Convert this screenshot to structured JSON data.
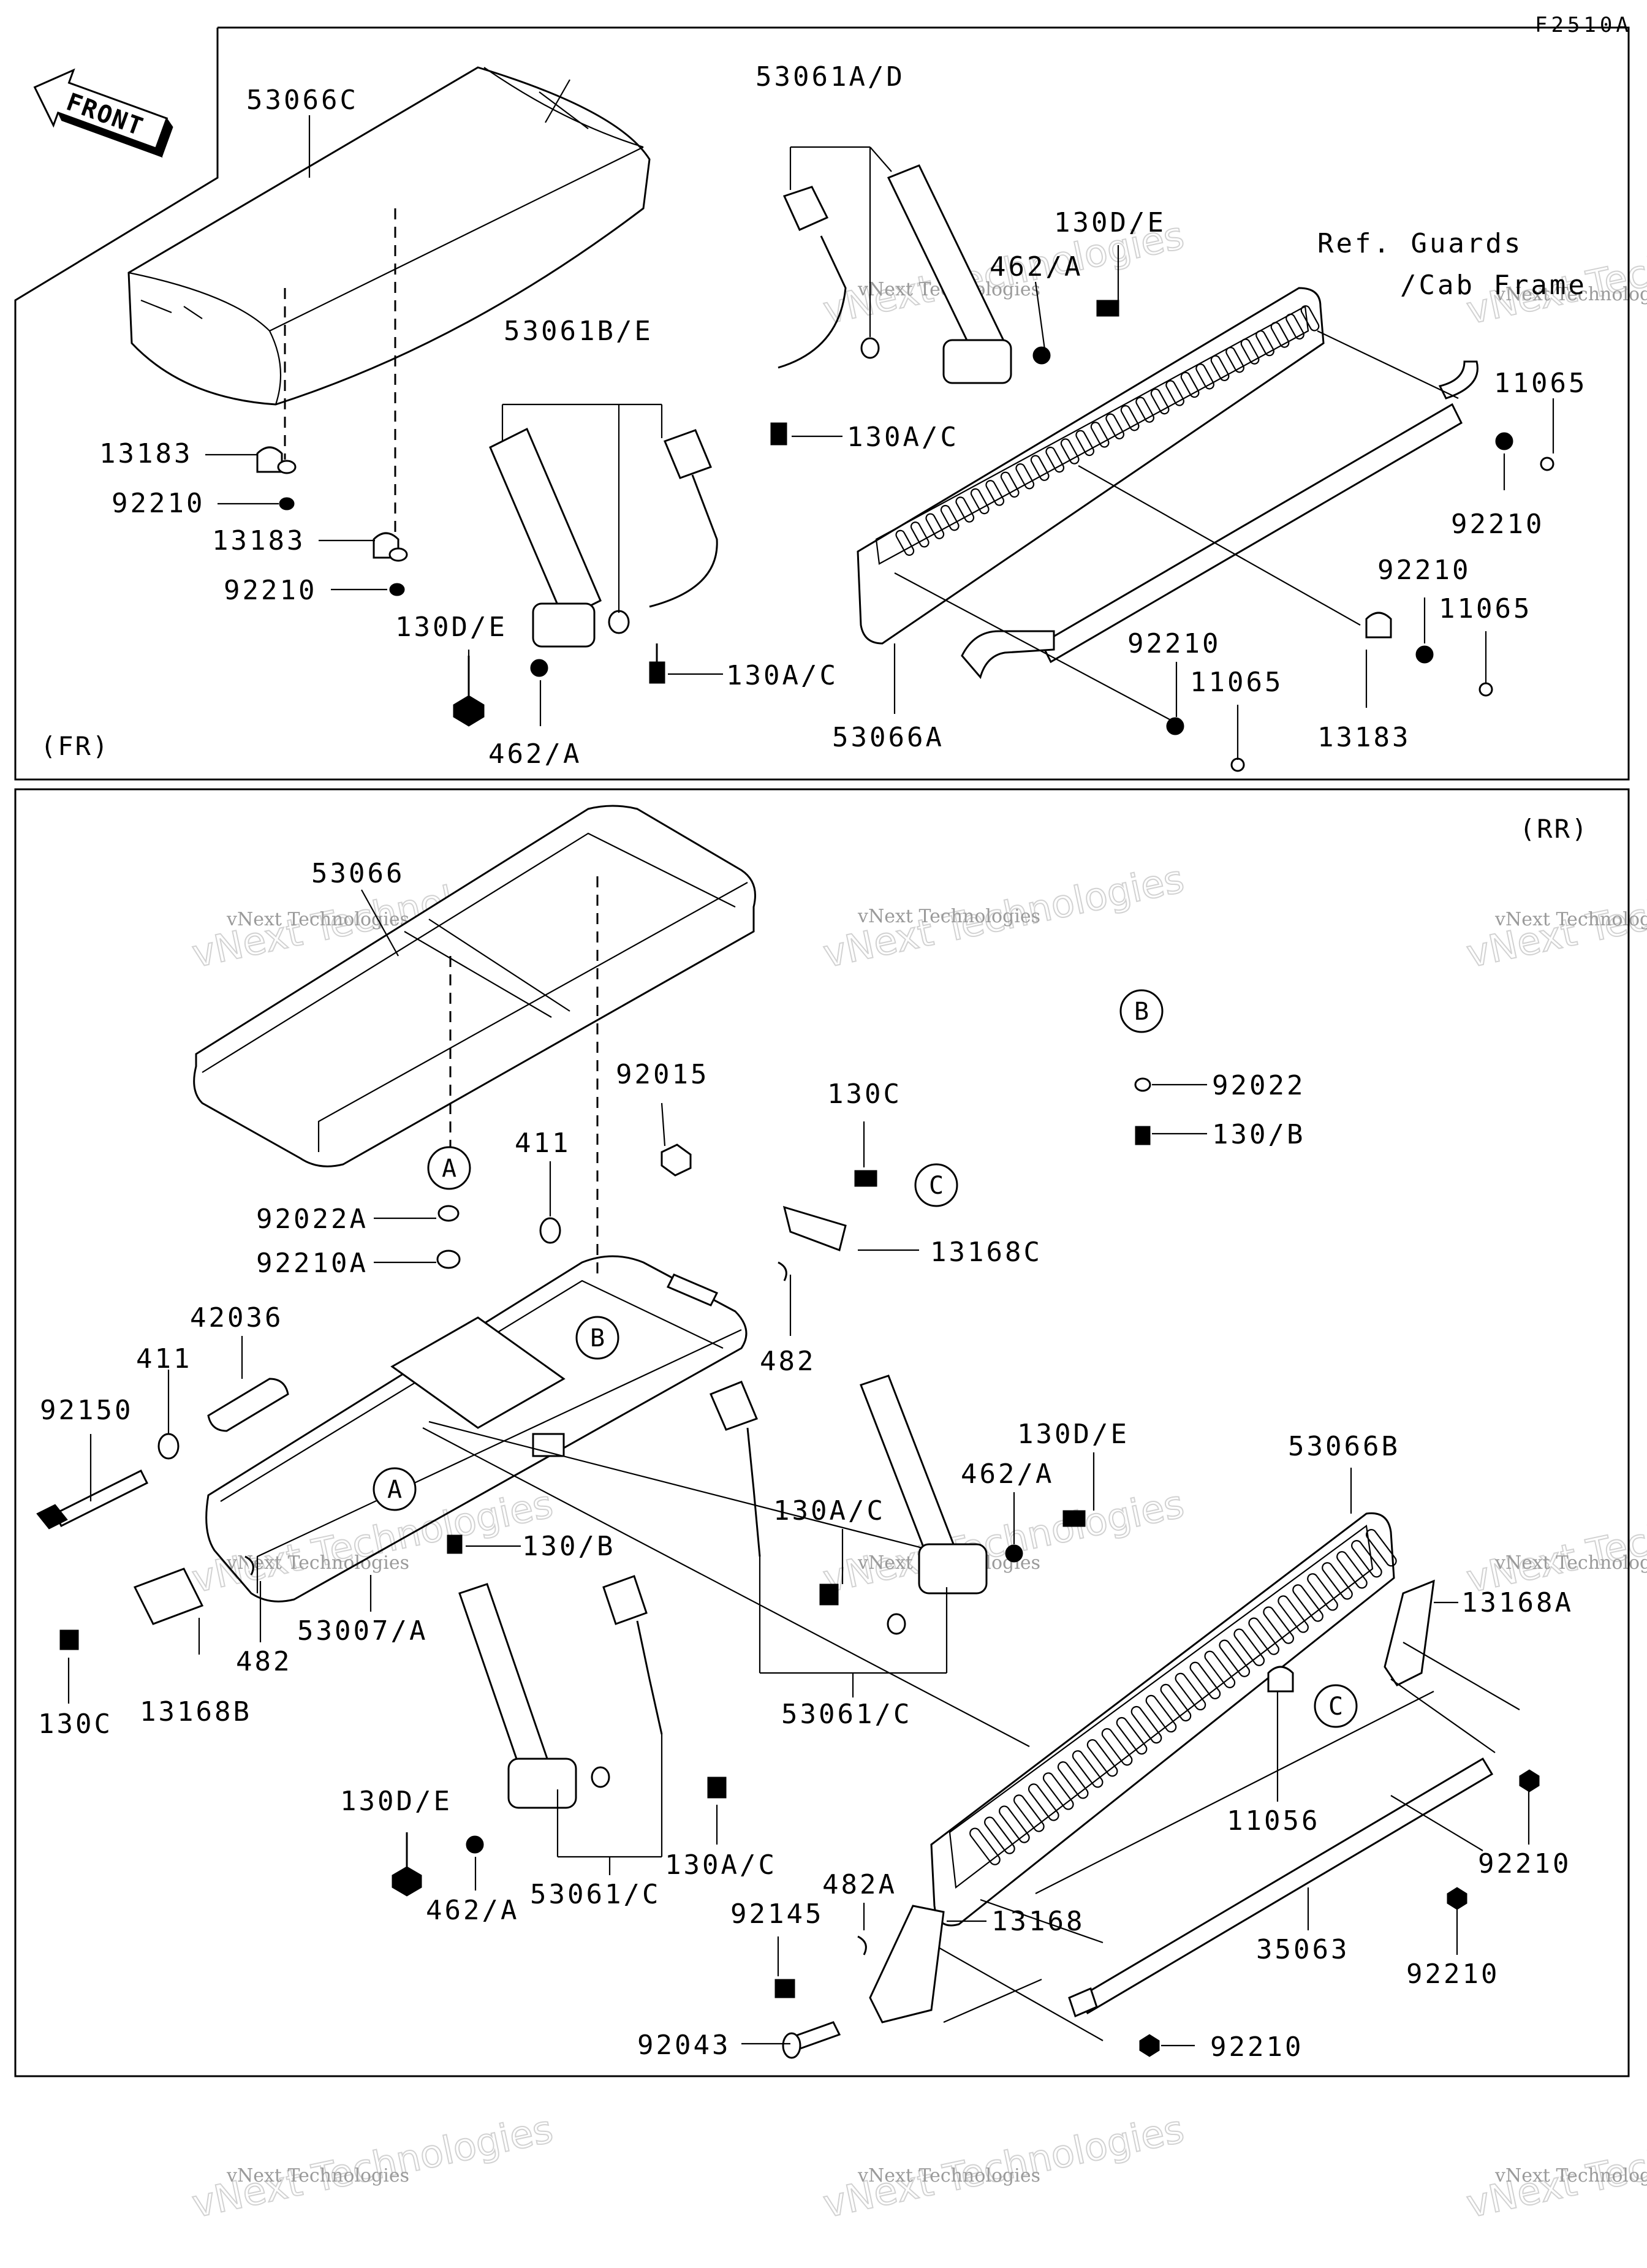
{
  "diagram_code": "F2510A",
  "front_label": "FRONT",
  "sections": {
    "front": "(FR)",
    "rear": "(RR)"
  },
  "reference_note": [
    "Ref. Guards",
    "/Cab Frame"
  ],
  "ref_markers": [
    "A",
    "B",
    "C"
  ],
  "callouts": {
    "fr": [
      "53066C",
      "53061A/D",
      "130D/E",
      "462/A",
      "11065",
      "92210",
      "53061B/E",
      "13183",
      "92210",
      "13183",
      "92210",
      "130A/C",
      "130D/E",
      "462/A",
      "130A/C",
      "53066A",
      "92210",
      "11065",
      "92210",
      "11065",
      "13183"
    ],
    "rr": [
      "53066",
      "92015",
      "411",
      "130C",
      "92022",
      "130/B",
      "92022A",
      "92210A",
      "13168C",
      "42036",
      "411",
      "92150",
      "482",
      "130D/E",
      "462/A",
      "130A/C",
      "53066B",
      "130/B",
      "13168A",
      "53007/A",
      "482",
      "130C",
      "13168B",
      "53061/C",
      "11056",
      "130D/E",
      "92210",
      "130A/C",
      "482A",
      "92145",
      "13168",
      "53061/C",
      "462/A",
      "35063",
      "92210",
      "92043",
      "92210"
    ]
  },
  "watermark": {
    "line1": "vNext Technologies",
    "line2": "vNext Technologies"
  }
}
